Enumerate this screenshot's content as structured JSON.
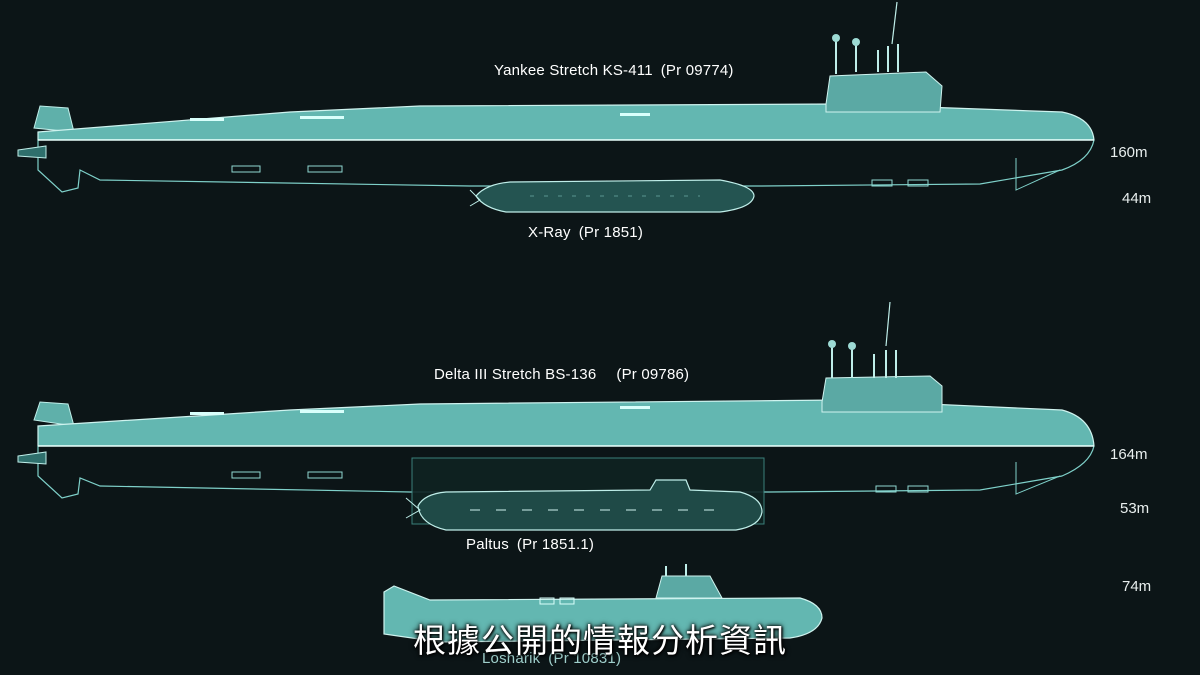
{
  "subs": {
    "yankee": {
      "name": "Yankee Stretch KS-411",
      "designation": "(Pr 09774)",
      "length": "160m"
    },
    "xray": {
      "name": "X-Ray",
      "designation": "(Pr 1851)",
      "length": "44m"
    },
    "delta": {
      "name": "Delta III Stretch BS-136",
      "designation": "(Pr 09786)",
      "length": "164m"
    },
    "paltus": {
      "name": "Paltus",
      "designation": "(Pr 1851.1)",
      "length": "53m"
    },
    "losharik": {
      "name": "Losharik",
      "designation": "(Pr 10831)",
      "length": "74m"
    }
  },
  "subtitle": "根據公開的情報分析資訊",
  "colors": {
    "background": "#0c1517",
    "hull": "#63b7b1",
    "hull_dark": "#2f6f6c",
    "outline": "#bfeee9"
  }
}
